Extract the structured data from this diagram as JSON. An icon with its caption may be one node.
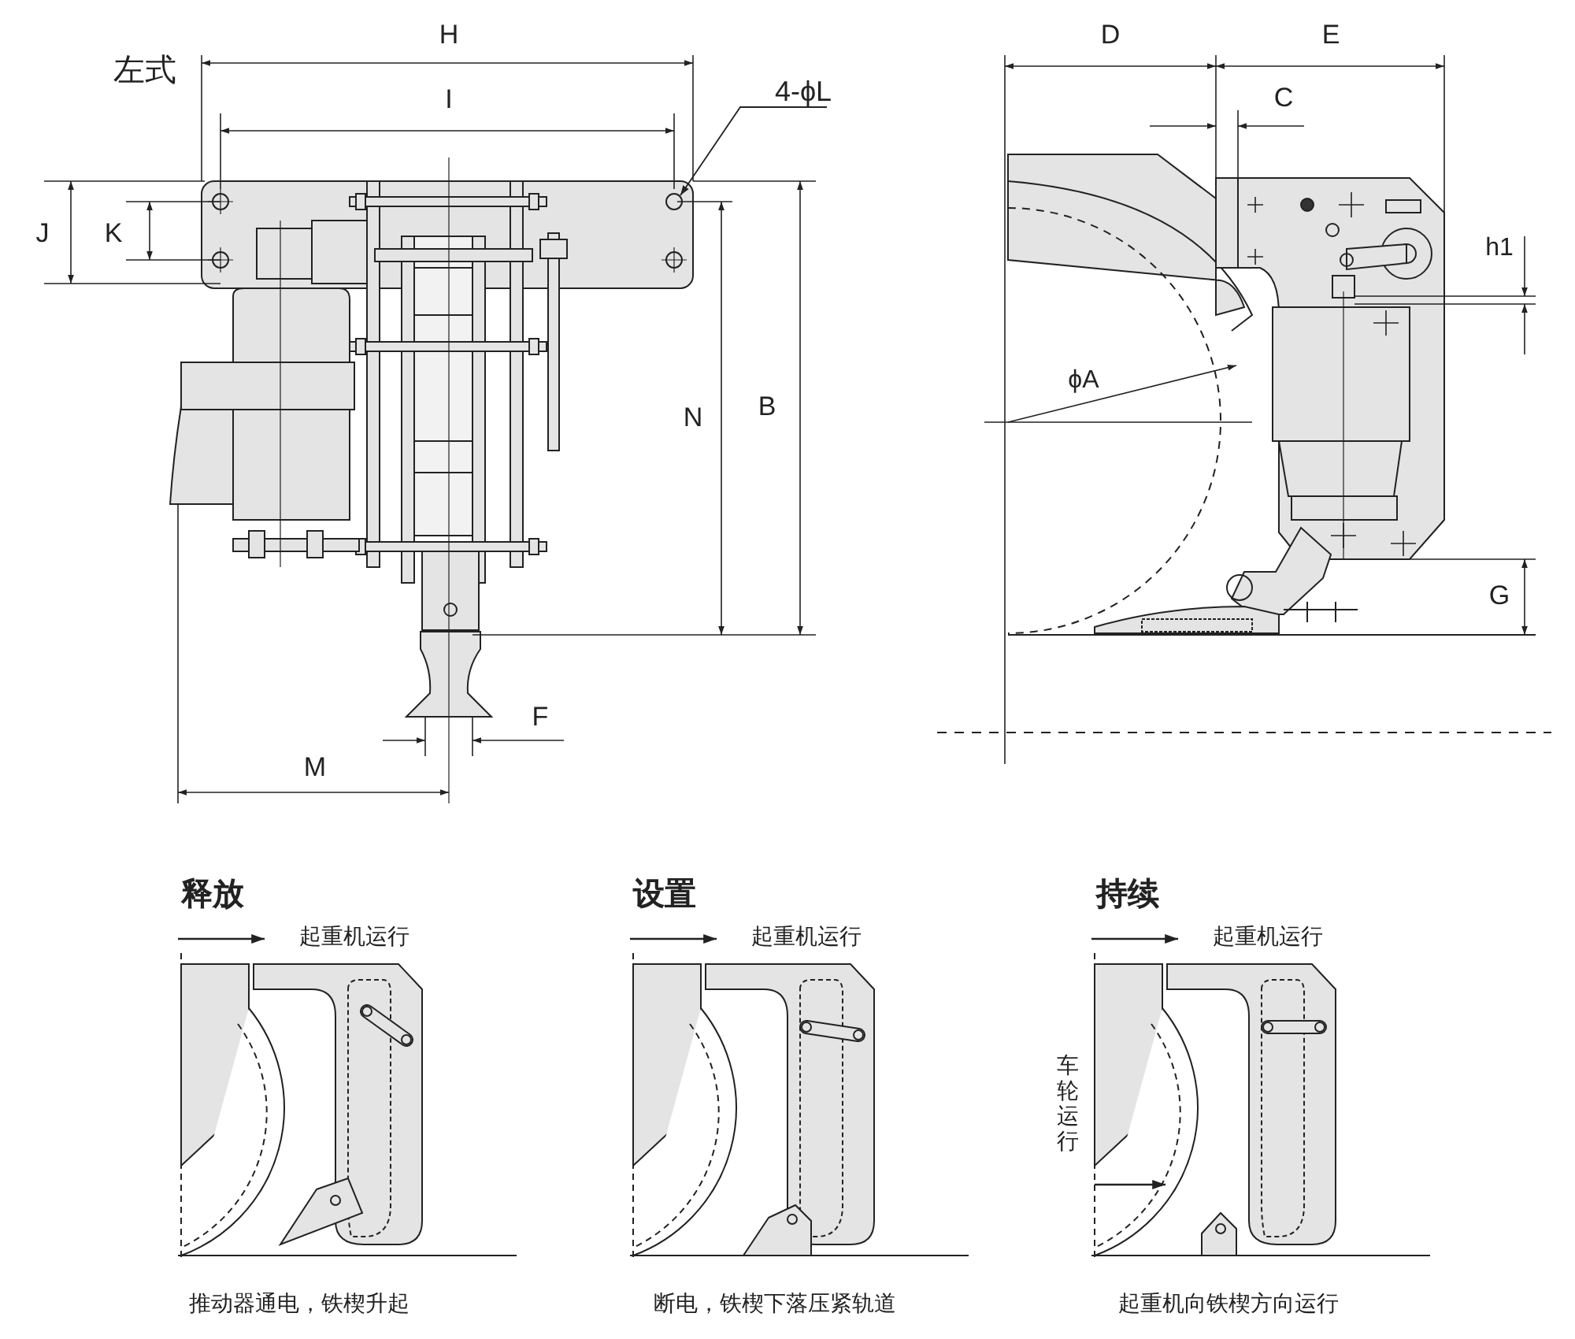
{
  "diagram": {
    "nodes": [
      {
        "text": [
          "4-ϕL"
        ]
      },
      {
        "text": [],
        "shape": "circle"
      }
    ],
    "edges": [
      {
        "from": 0,
        "to": 1,
        "arrow": "to"
      }
    ],
    "labels": [
      "左式",
      "H",
      "I",
      "J",
      "K",
      "N",
      "B",
      "F",
      "M",
      "D",
      "E",
      "C",
      "h1",
      "ϕA",
      "G",
      "释放",
      "起重机运行",
      "推动器通电，铁楔升起",
      "设置",
      "起重机运行",
      "断电，铁楔下落压紧轨道",
      "持续",
      "起重机运行",
      "车轮运行",
      "起重机向铁楔方向运行"
    ]
  }
}
